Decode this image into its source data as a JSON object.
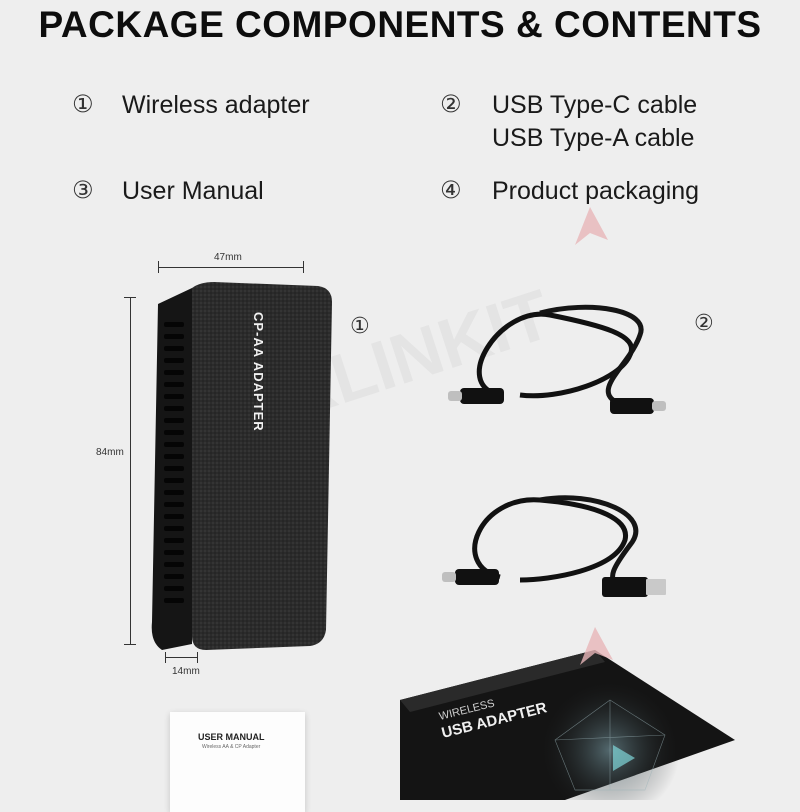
{
  "title": "PACKAGE COMPONENTS & CONTENTS",
  "items": [
    {
      "num": "①",
      "lines": [
        "Wireless adapter"
      ]
    },
    {
      "num": "②",
      "lines": [
        "USB Type-C cable",
        "USB Type-A cable"
      ]
    },
    {
      "num": "③",
      "lines": [
        "User Manual"
      ]
    },
    {
      "num": "④",
      "lines": [
        "Product packaging"
      ]
    }
  ],
  "markers": {
    "adapter": "①",
    "cables": "②"
  },
  "dimensions": {
    "width": "47mm",
    "height": "84mm",
    "depth": "14mm"
  },
  "adapter_label": "CP-AA ADAPTER",
  "manual": {
    "title": "USER MANUAL",
    "subtitle": "Wireless AA & CP Adapter"
  },
  "box": {
    "line1": "WIRELESS",
    "line2": "USB ADAPTER"
  },
  "watermark": "CARLINKIT",
  "colors": {
    "background": "#eeeeee",
    "device": "#1c1c1c",
    "box": "#161616",
    "accent": "#d9a0a4"
  }
}
